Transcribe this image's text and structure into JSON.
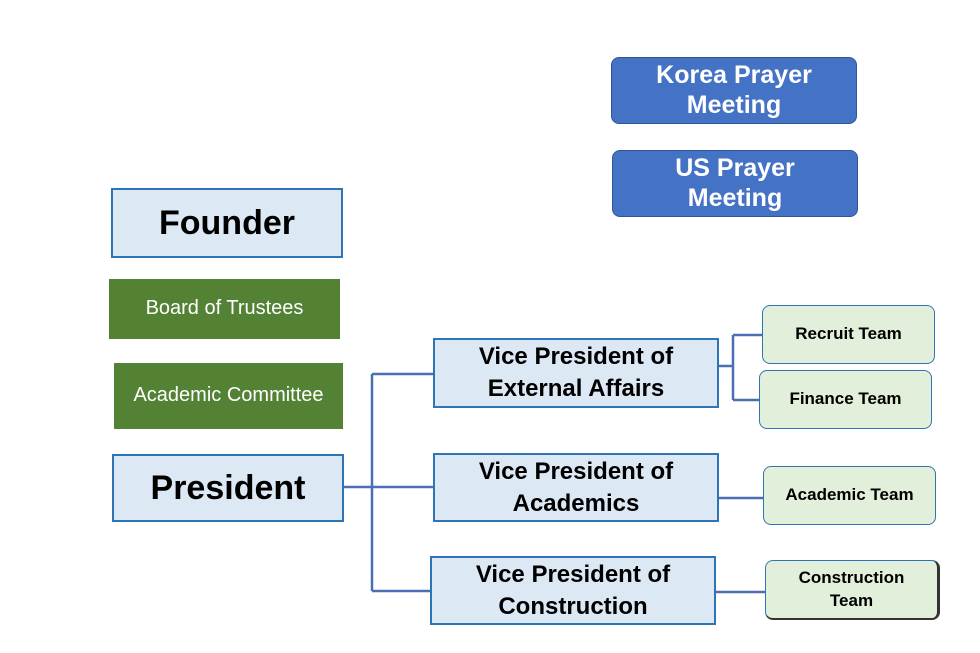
{
  "prayer_meetings": {
    "korea": "Korea Prayer\nMeeting",
    "us": "US Prayer\nMeeting"
  },
  "founder": "Founder",
  "board_of_trustees": "Board of Trustees",
  "academic_committee": "Academic Committee",
  "president": "President",
  "vice_presidents": {
    "external_affairs": "Vice President of\nExternal Affairs",
    "academics": "Vice President of\nAcademics",
    "construction": "Vice President of\nConstruction"
  },
  "teams": {
    "recruit": "Recruit Team",
    "finance": "Finance Team",
    "academic": "Academic Team",
    "construction": "Construction\nTeam"
  },
  "colors": {
    "prayer_fill": "#4472c4",
    "light_fill": "#dde8f5",
    "green_fill": "#548235",
    "team_fill": "#e2efda",
    "line": "#4a6fb5"
  }
}
